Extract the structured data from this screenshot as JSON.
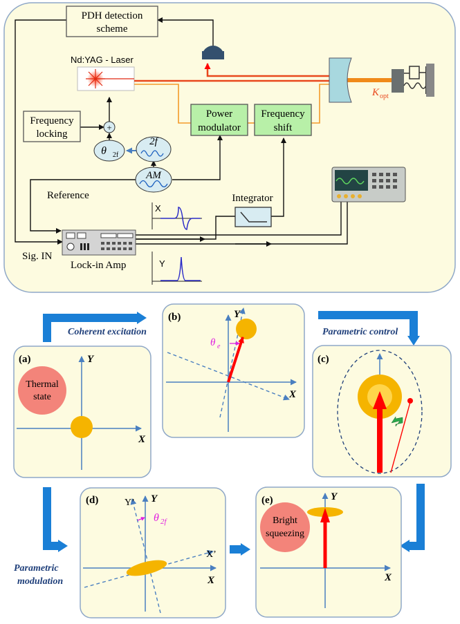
{
  "top_panel": {
    "pdh_line1": "PDH detection",
    "pdh_line2": "scheme",
    "laser_label": "Nd:YAG - Laser",
    "freq_lock_line1": "Frequency",
    "freq_lock_line2": "locking",
    "plus_sign": "+",
    "theta_main": "θ",
    "theta_sub": "2f",
    "two_f": "2f",
    "am": "AM",
    "power_mod_line1": "Power",
    "power_mod_line2": "modulator",
    "freq_shift_line1": "Frequency",
    "freq_shift_line2": "shift",
    "k_main": "K",
    "k_sub": "opt",
    "reference": "Reference",
    "integrator": "Integrator",
    "x_label": "X",
    "y_label": "Y",
    "sig_in": "Sig. IN",
    "lockin": "Lock-in Amp"
  },
  "arrow_labels": {
    "coherent": "Coherent excitation",
    "parametric_control": "Parametric control",
    "parametric_mod_line1": "Parametric",
    "parametric_mod_line2": "modulation"
  },
  "panels": {
    "a": {
      "tag": "(a)",
      "x": "X",
      "y": "Y",
      "state_line1": "Thermal",
      "state_line2": "state"
    },
    "b": {
      "tag": "(b)",
      "x": "X",
      "y": "Y",
      "theta_main": "θ",
      "theta_sub": "e"
    },
    "c": {
      "tag": "(c)"
    },
    "d": {
      "tag": "(d)",
      "x": "X",
      "y": "Y",
      "xp": "X’",
      "yp": "Y’",
      "theta_main": "θ",
      "theta_sub": "2f"
    },
    "e": {
      "tag": "(e)",
      "x": "X",
      "y": "Y",
      "state_line1": "Bright",
      "state_line2": "squeezing"
    }
  },
  "colors": {
    "panel_fill": "#fdfbe0",
    "panel_stroke": "#8fa8c8",
    "green_box": "#b8f0a8",
    "flow_arrow": "#1a7fd6",
    "laser_beam": "#e8471c",
    "orange_line": "#f39a2a",
    "blob": "#f5b400",
    "state_circle": "#f3847a",
    "axis": "#4a7fc0",
    "red_arrow": "#ff0000",
    "magenta": "#e020e0"
  },
  "icons": [
    "laser-icon",
    "photodetector-icon",
    "cavity-mirror-icon",
    "mechanical-resonator-icon",
    "oscilloscope-icon",
    "lockin-amplifier-icon",
    "integrator-icon",
    "green-arrow-icon"
  ]
}
